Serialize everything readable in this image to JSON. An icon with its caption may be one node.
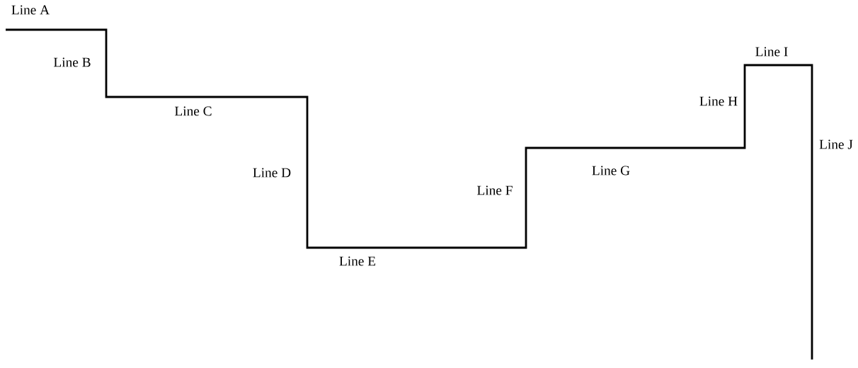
{
  "diagram": {
    "labels": [
      "Line A",
      "Line B",
      "Line C",
      "Line D",
      "Line E",
      "Line F",
      "Line G",
      "Line H",
      "Line I",
      "Line J"
    ]
  }
}
